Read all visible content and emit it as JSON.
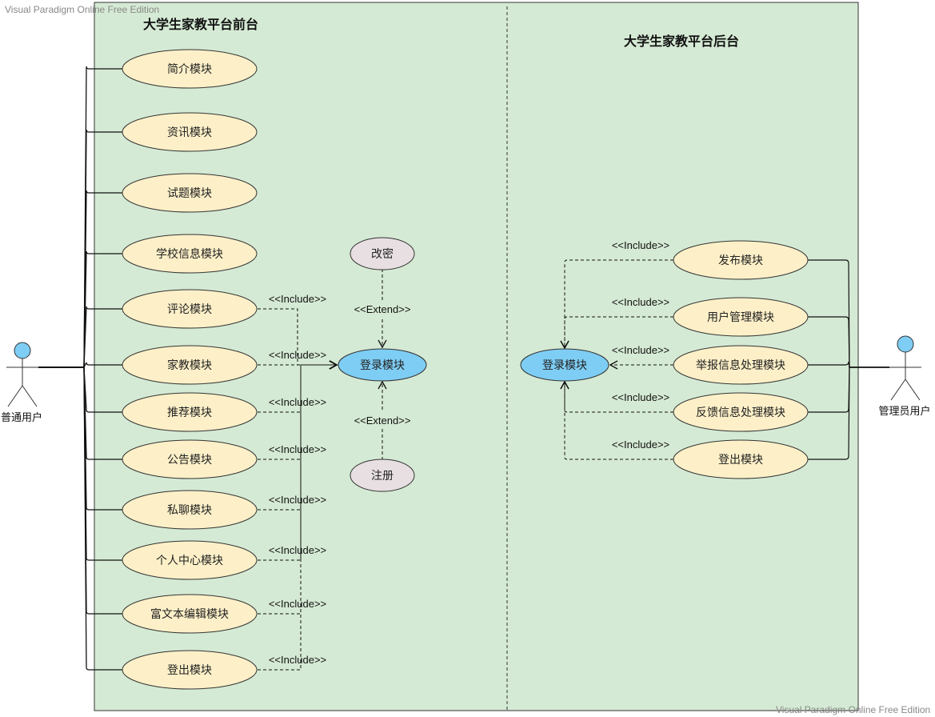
{
  "watermark": {
    "top": "Visual Paradigm Online Free Edition",
    "bottom": "Visual Paradigm Online Free Edition"
  },
  "colors": {
    "system_bg": "#d5ead4",
    "usecase_fill": "#fdf0c8",
    "login_fill": "#7ecdf4",
    "extend_fill": "#e7dfe2",
    "actor_head": "#7ecdf4"
  },
  "front": {
    "title": "大学生家教平台前台",
    "use_cases": [
      {
        "label": "简介模块",
        "include": ""
      },
      {
        "label": "资讯模块",
        "include": ""
      },
      {
        "label": "试题模块",
        "include": ""
      },
      {
        "label": "学校信息模块",
        "include": ""
      },
      {
        "label": "评论模块",
        "include": "<<Include>>"
      },
      {
        "label": "家教模块",
        "include": "<<Include>>"
      },
      {
        "label": "推荐模块",
        "include": "<<Include>>"
      },
      {
        "label": "公告模块",
        "include": "<<Include>>"
      },
      {
        "label": "私聊模块",
        "include": "<<Include>>"
      },
      {
        "label": "个人中心模块",
        "include": "<<Include>>"
      },
      {
        "label": "富文本编辑模块",
        "include": "<<Include>>"
      },
      {
        "label": "登出模块",
        "include": "<<Include>>"
      }
    ],
    "login": "登录模块",
    "change_password": "改密",
    "register": "注册",
    "extend_top": "<<Extend>>",
    "extend_bottom": "<<Extend>>",
    "actor": "普通用户"
  },
  "back": {
    "title": "大学生家教平台后台",
    "login": "登录模块",
    "use_cases": [
      {
        "label": "发布模块",
        "include": "<<Include>>"
      },
      {
        "label": "用户管理模块",
        "include": "<<Include>>"
      },
      {
        "label": "举报信息处理模块",
        "include": "<<Include>>"
      },
      {
        "label": "反馈信息处理模块",
        "include": "<<Include>>"
      },
      {
        "label": "登出模块",
        "include": "<<Include>>"
      }
    ],
    "actor": "管理员用户"
  }
}
